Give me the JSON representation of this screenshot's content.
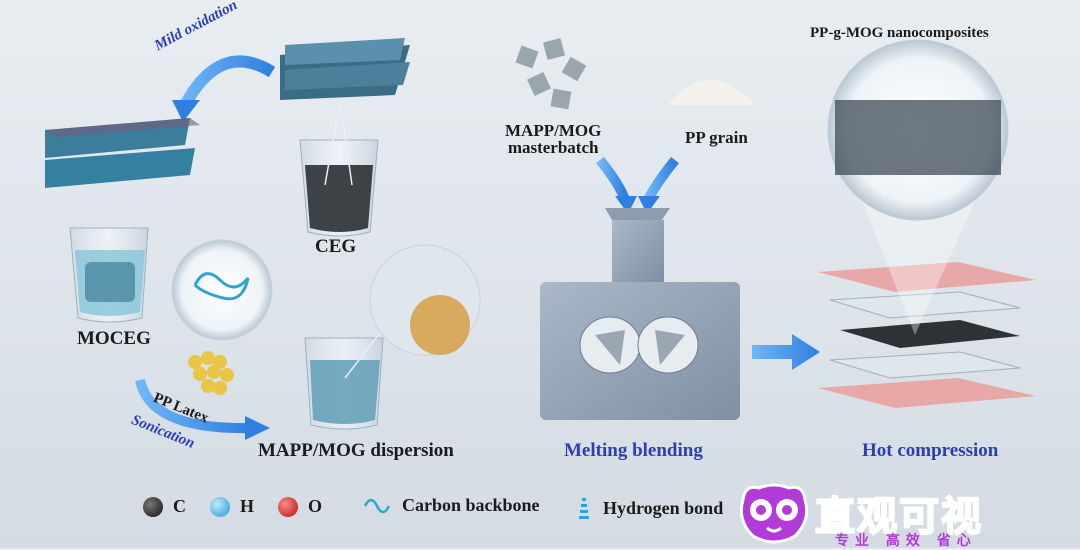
{
  "labels": {
    "mild_oxidation": "Mild oxidation",
    "ceg": "CEG",
    "moceg": "MOCEG",
    "pp_latex": "PP Latex",
    "sonication": "Sonication",
    "mapp_mog_dispersion": "MAPP/MOG dispersion",
    "mapp_mog_masterbatch_line1": "MAPP/MOG",
    "mapp_mog_masterbatch_line2": "masterbatch",
    "pp_grain": "PP grain",
    "melting_blending": "Melting blending",
    "pp_g_mog": "PP-g-MOG nanocomposites",
    "hot_compression": "Hot compression"
  },
  "legend": [
    {
      "symbol": "C",
      "color": "#1a1a1a"
    },
    {
      "symbol": "H",
      "color": "#3fb3e0"
    },
    {
      "symbol": "O",
      "color": "#d21a1a"
    },
    {
      "symbol": "Carbon backbone",
      "color": "#27a8c8"
    },
    {
      "symbol": "Hydrogen bond",
      "color": "#2fa0e0"
    }
  ],
  "watermark": {
    "text": "直观可视",
    "sub": "专业 高效 省心"
  },
  "colors": {
    "accent_blue": "#2a3fb4",
    "arrow_blue": "#3b8ee6",
    "watermark": "#b23bd8"
  }
}
